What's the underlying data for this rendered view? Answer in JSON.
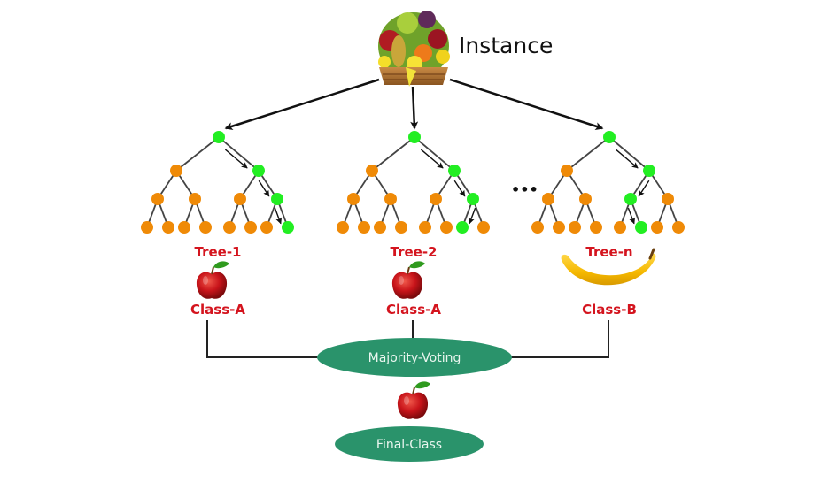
{
  "instance": {
    "label": "Instance",
    "icon": "fruit-basket-icon"
  },
  "ellipsis": "•••",
  "colors": {
    "node_default": "#ef8a07",
    "node_path": "#22ee22",
    "label_red": "#d4141e",
    "pill_green": "#2a936b",
    "edge": "#444444",
    "arrow": "#111111"
  },
  "trees": [
    {
      "name": "Tree-1",
      "class_label": "Class-A",
      "result_icon": "apple-icon",
      "path": [
        "root",
        "R",
        "RR",
        "RRR"
      ]
    },
    {
      "name": "Tree-2",
      "class_label": "Class-A",
      "result_icon": "apple-icon",
      "path": [
        "root",
        "R",
        "RR",
        "RRL"
      ]
    },
    {
      "name": "Tree-n",
      "class_label": "Class-B",
      "result_icon": "banana-icon",
      "path": [
        "root",
        "R",
        "RL",
        "RLR"
      ]
    }
  ],
  "voting": {
    "label": "Majority-Voting"
  },
  "final": {
    "label": "Final-Class",
    "result_icon": "apple-icon"
  }
}
